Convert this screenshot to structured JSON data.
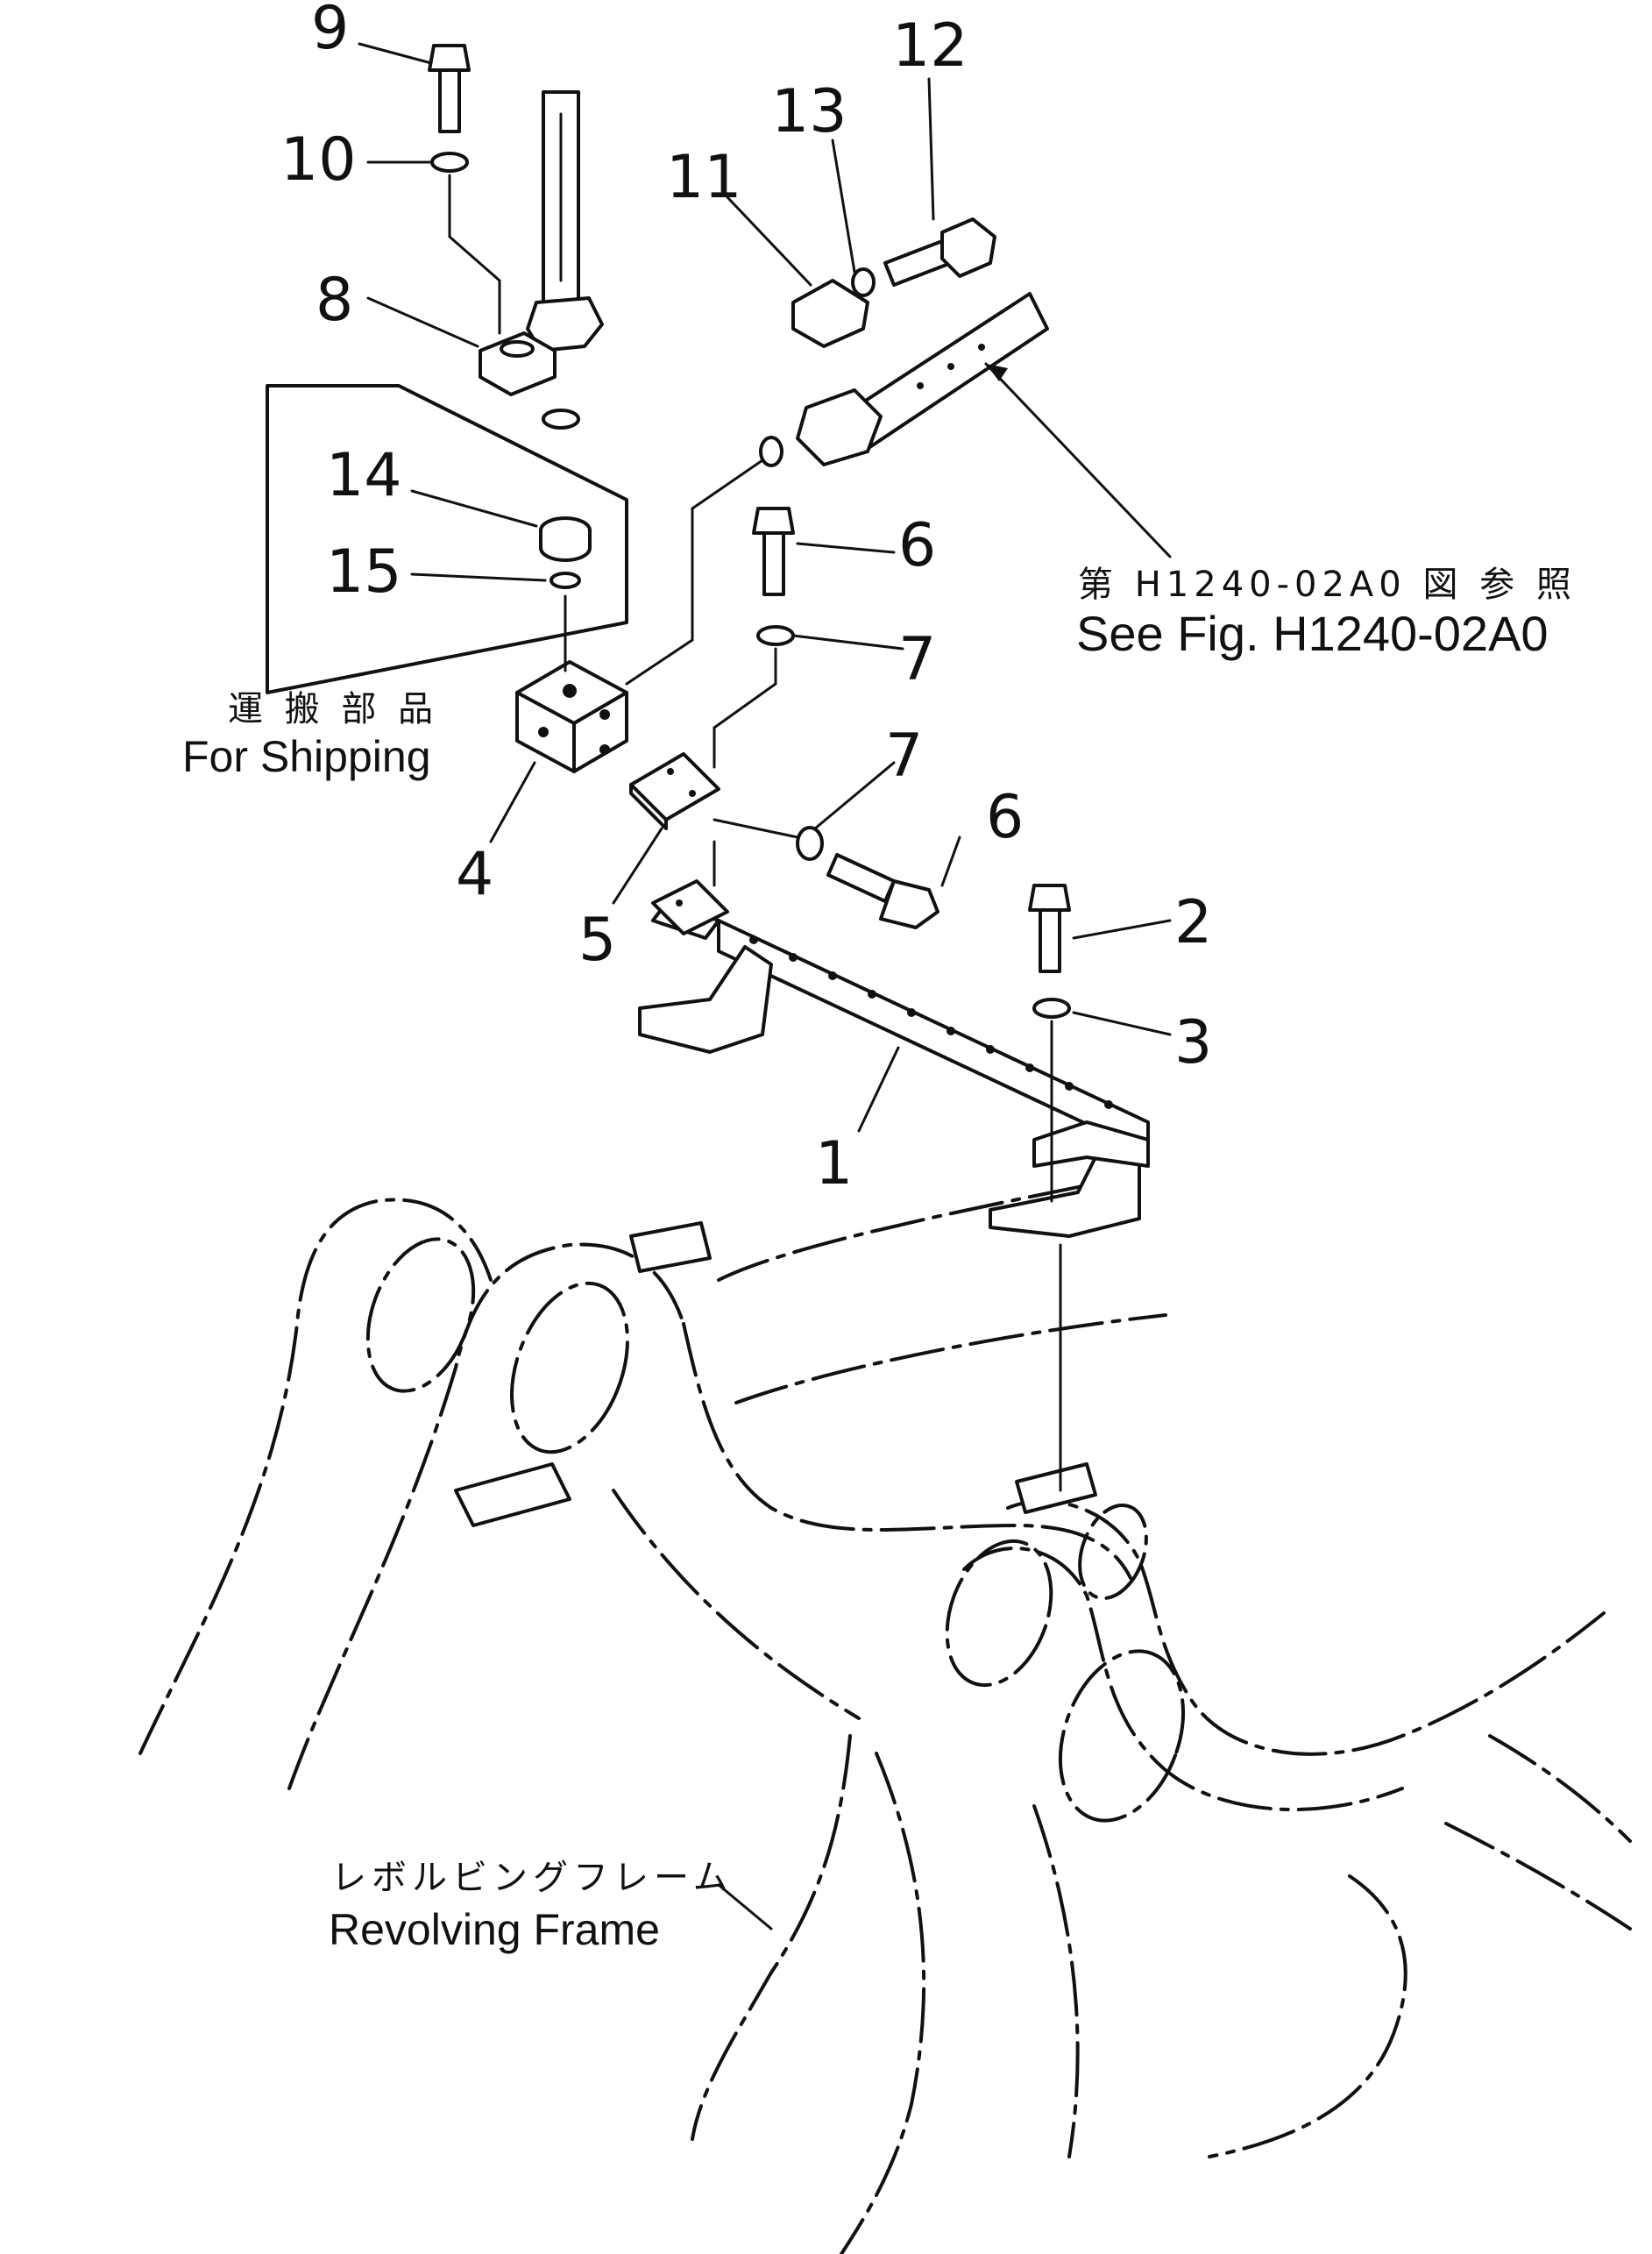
{
  "callouts": {
    "c1": "1",
    "c2": "2",
    "c3": "3",
    "c4": "4",
    "c5": "5",
    "c6a": "6",
    "c6b": "6",
    "c7a": "7",
    "c7b": "7",
    "c8": "8",
    "c9": "9",
    "c10": "10",
    "c11": "11",
    "c12": "12",
    "c13": "13",
    "c14": "14",
    "c15": "15"
  },
  "notes": {
    "see_fig_jp": "第 H1240-02A0 図 参 照",
    "see_fig_en": "See Fig. H1240-02A0",
    "shipping_jp": "運 搬 部 品",
    "shipping_en": "For  Shipping",
    "frame_jp": "レボルビングフレーム",
    "frame_en": "Revolving  Frame"
  }
}
